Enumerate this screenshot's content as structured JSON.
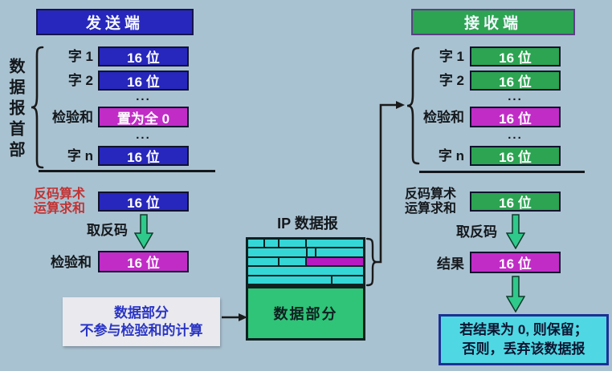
{
  "sender": {
    "title": "发送端",
    "side_label": "数据报首部",
    "rows": [
      {
        "label": "字 1",
        "value": "16 位"
      },
      {
        "label": "字 2",
        "value": "16 位"
      },
      {
        "label": "检验和",
        "value": "置为全 0"
      },
      {
        "label": "字 n",
        "value": "16 位"
      }
    ],
    "dots": "...",
    "sum_label": [
      "反码算术",
      "运算求和"
    ],
    "sum_value": "16 位",
    "invert_label": "取反码",
    "checksum_label": "检验和",
    "checksum_value": "16 位",
    "note_lines": [
      "数据部分",
      "不参与检验和的计算"
    ]
  },
  "datagram": {
    "title": "IP 数据报",
    "data_label": "数据部分"
  },
  "receiver": {
    "title": "接收端",
    "rows": [
      {
        "label": "字 1",
        "value": "16 位"
      },
      {
        "label": "字 2",
        "value": "16 位"
      },
      {
        "label": "检验和",
        "value": "16 位"
      },
      {
        "label": "字 n",
        "value": "16 位"
      }
    ],
    "dots": "...",
    "sum_label": [
      "反码算术",
      "运算求和"
    ],
    "sum_value": "16 位",
    "invert_label": "取反码",
    "result_label": "结果",
    "result_value": "16 位",
    "verdict_lines": [
      "若结果为 0, 则保留；",
      "否则，丢弃该数据报"
    ]
  },
  "colors": {
    "background": "#a9c2d1",
    "sender_blue": "#2727bd",
    "receiver_green": "#2ca452",
    "checksum_magenta": "#c12cc7",
    "header_cell_cyan": "#35d6d6",
    "header_checksum_magenta": "#b81ac2",
    "data_part_green": "#2fc478",
    "verdict_cyan": "#4fd8e3",
    "arrow_green": "#2fc98c",
    "red_label_text": "#c23333",
    "note_blue_text": "#2a35c5"
  }
}
